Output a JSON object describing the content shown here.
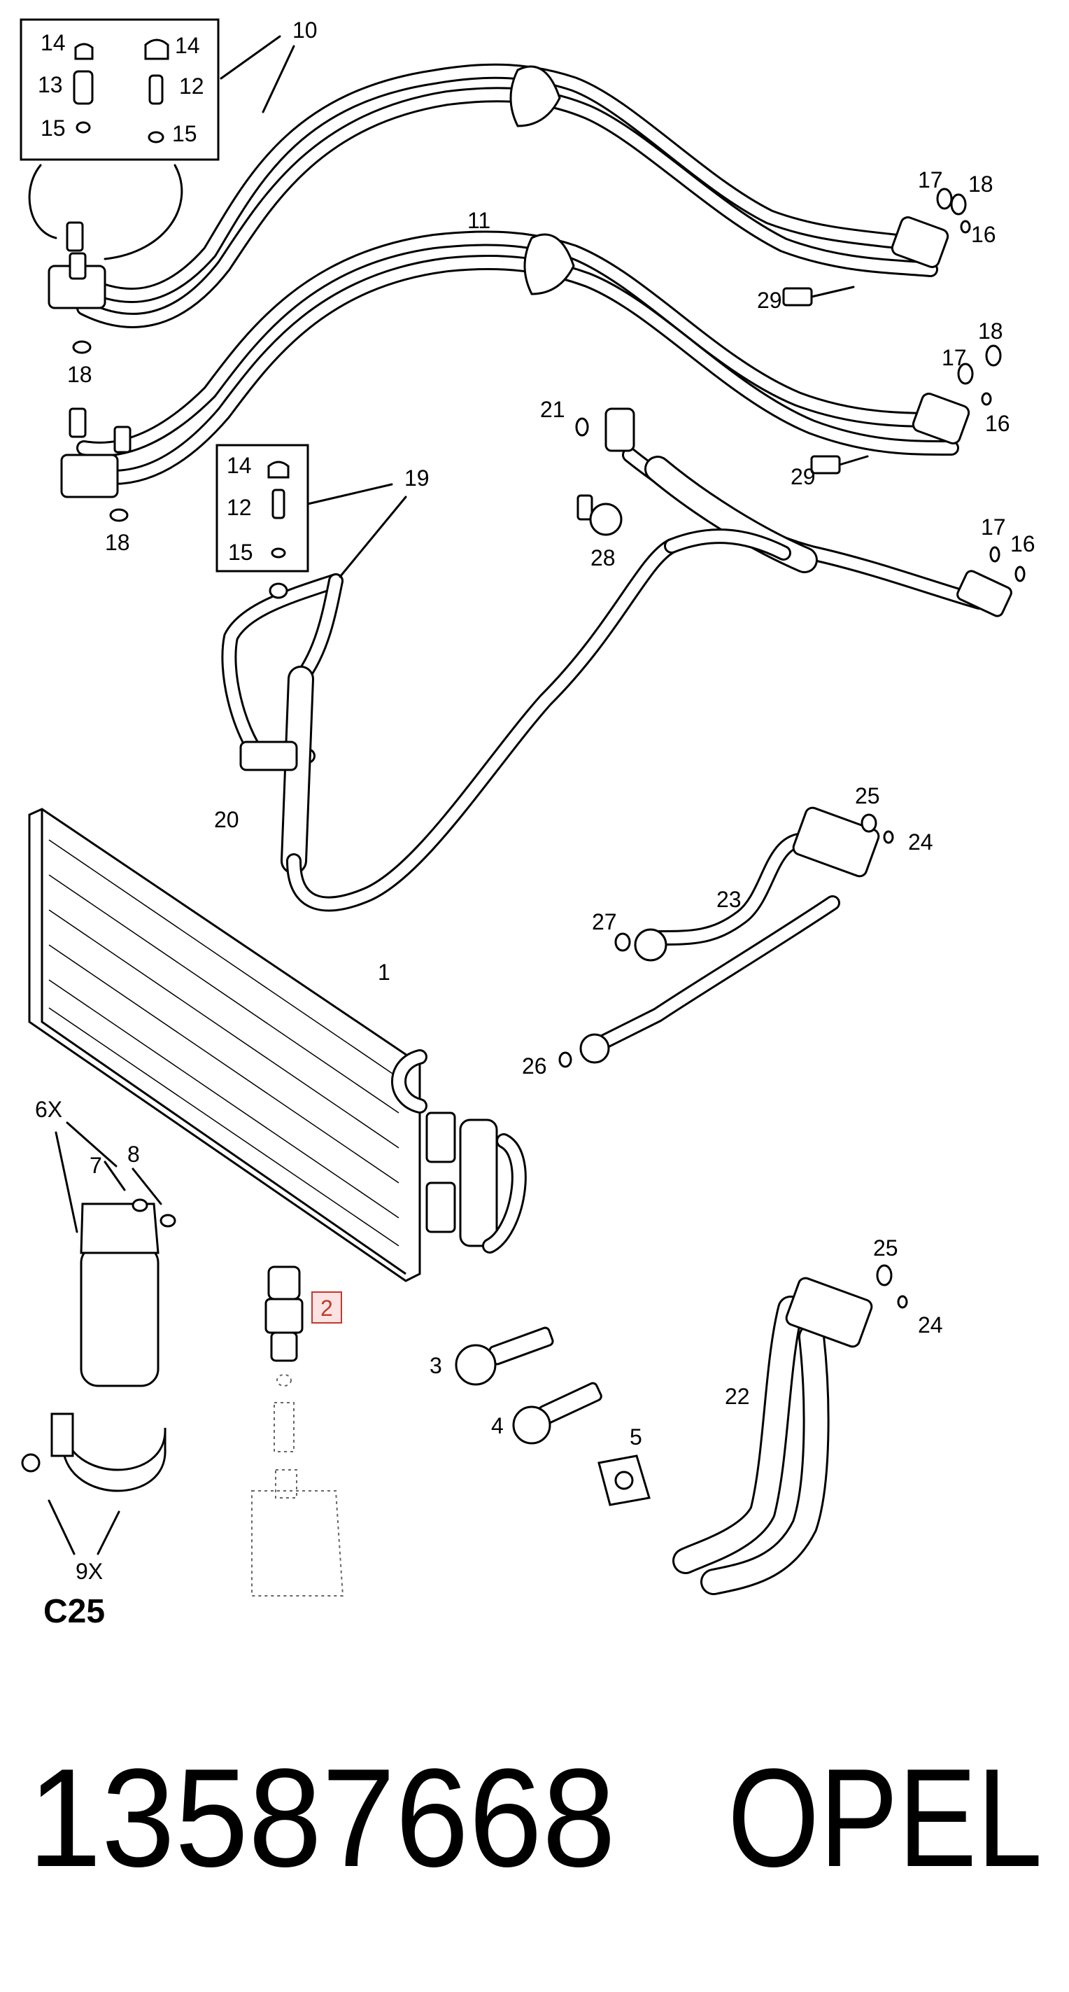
{
  "diagram": {
    "callouts": {
      "c1": "1",
      "c2": "2",
      "c3": "3",
      "c4": "4",
      "c5": "5",
      "c6x": "6X",
      "c7": "7",
      "c8": "8",
      "c9x": "9X",
      "c10": "10",
      "c11": "11",
      "c12a": "12",
      "c12b": "12",
      "c13": "13",
      "c14a": "14",
      "c14b": "14",
      "c14c": "14",
      "c15a": "15",
      "c15b": "15",
      "c15c": "15",
      "c16a": "16",
      "c16b": "16",
      "c16c": "16",
      "c17a": "17",
      "c17b": "17",
      "c17c": "17",
      "c18a": "18",
      "c18b": "18",
      "c18c": "18",
      "c18d": "18",
      "c19": "19",
      "c20": "20",
      "c21": "21",
      "c22": "22",
      "c23": "23",
      "c24a": "24",
      "c24b": "24",
      "c25a": "25",
      "c25b": "25",
      "c26": "26",
      "c27": "27",
      "c28": "28",
      "c29a": "29",
      "c29b": "29"
    },
    "diagram_code": "C25",
    "highlight_color": "#c0392b"
  },
  "footer": {
    "part_number": "13587668",
    "brand": "OPEL"
  }
}
